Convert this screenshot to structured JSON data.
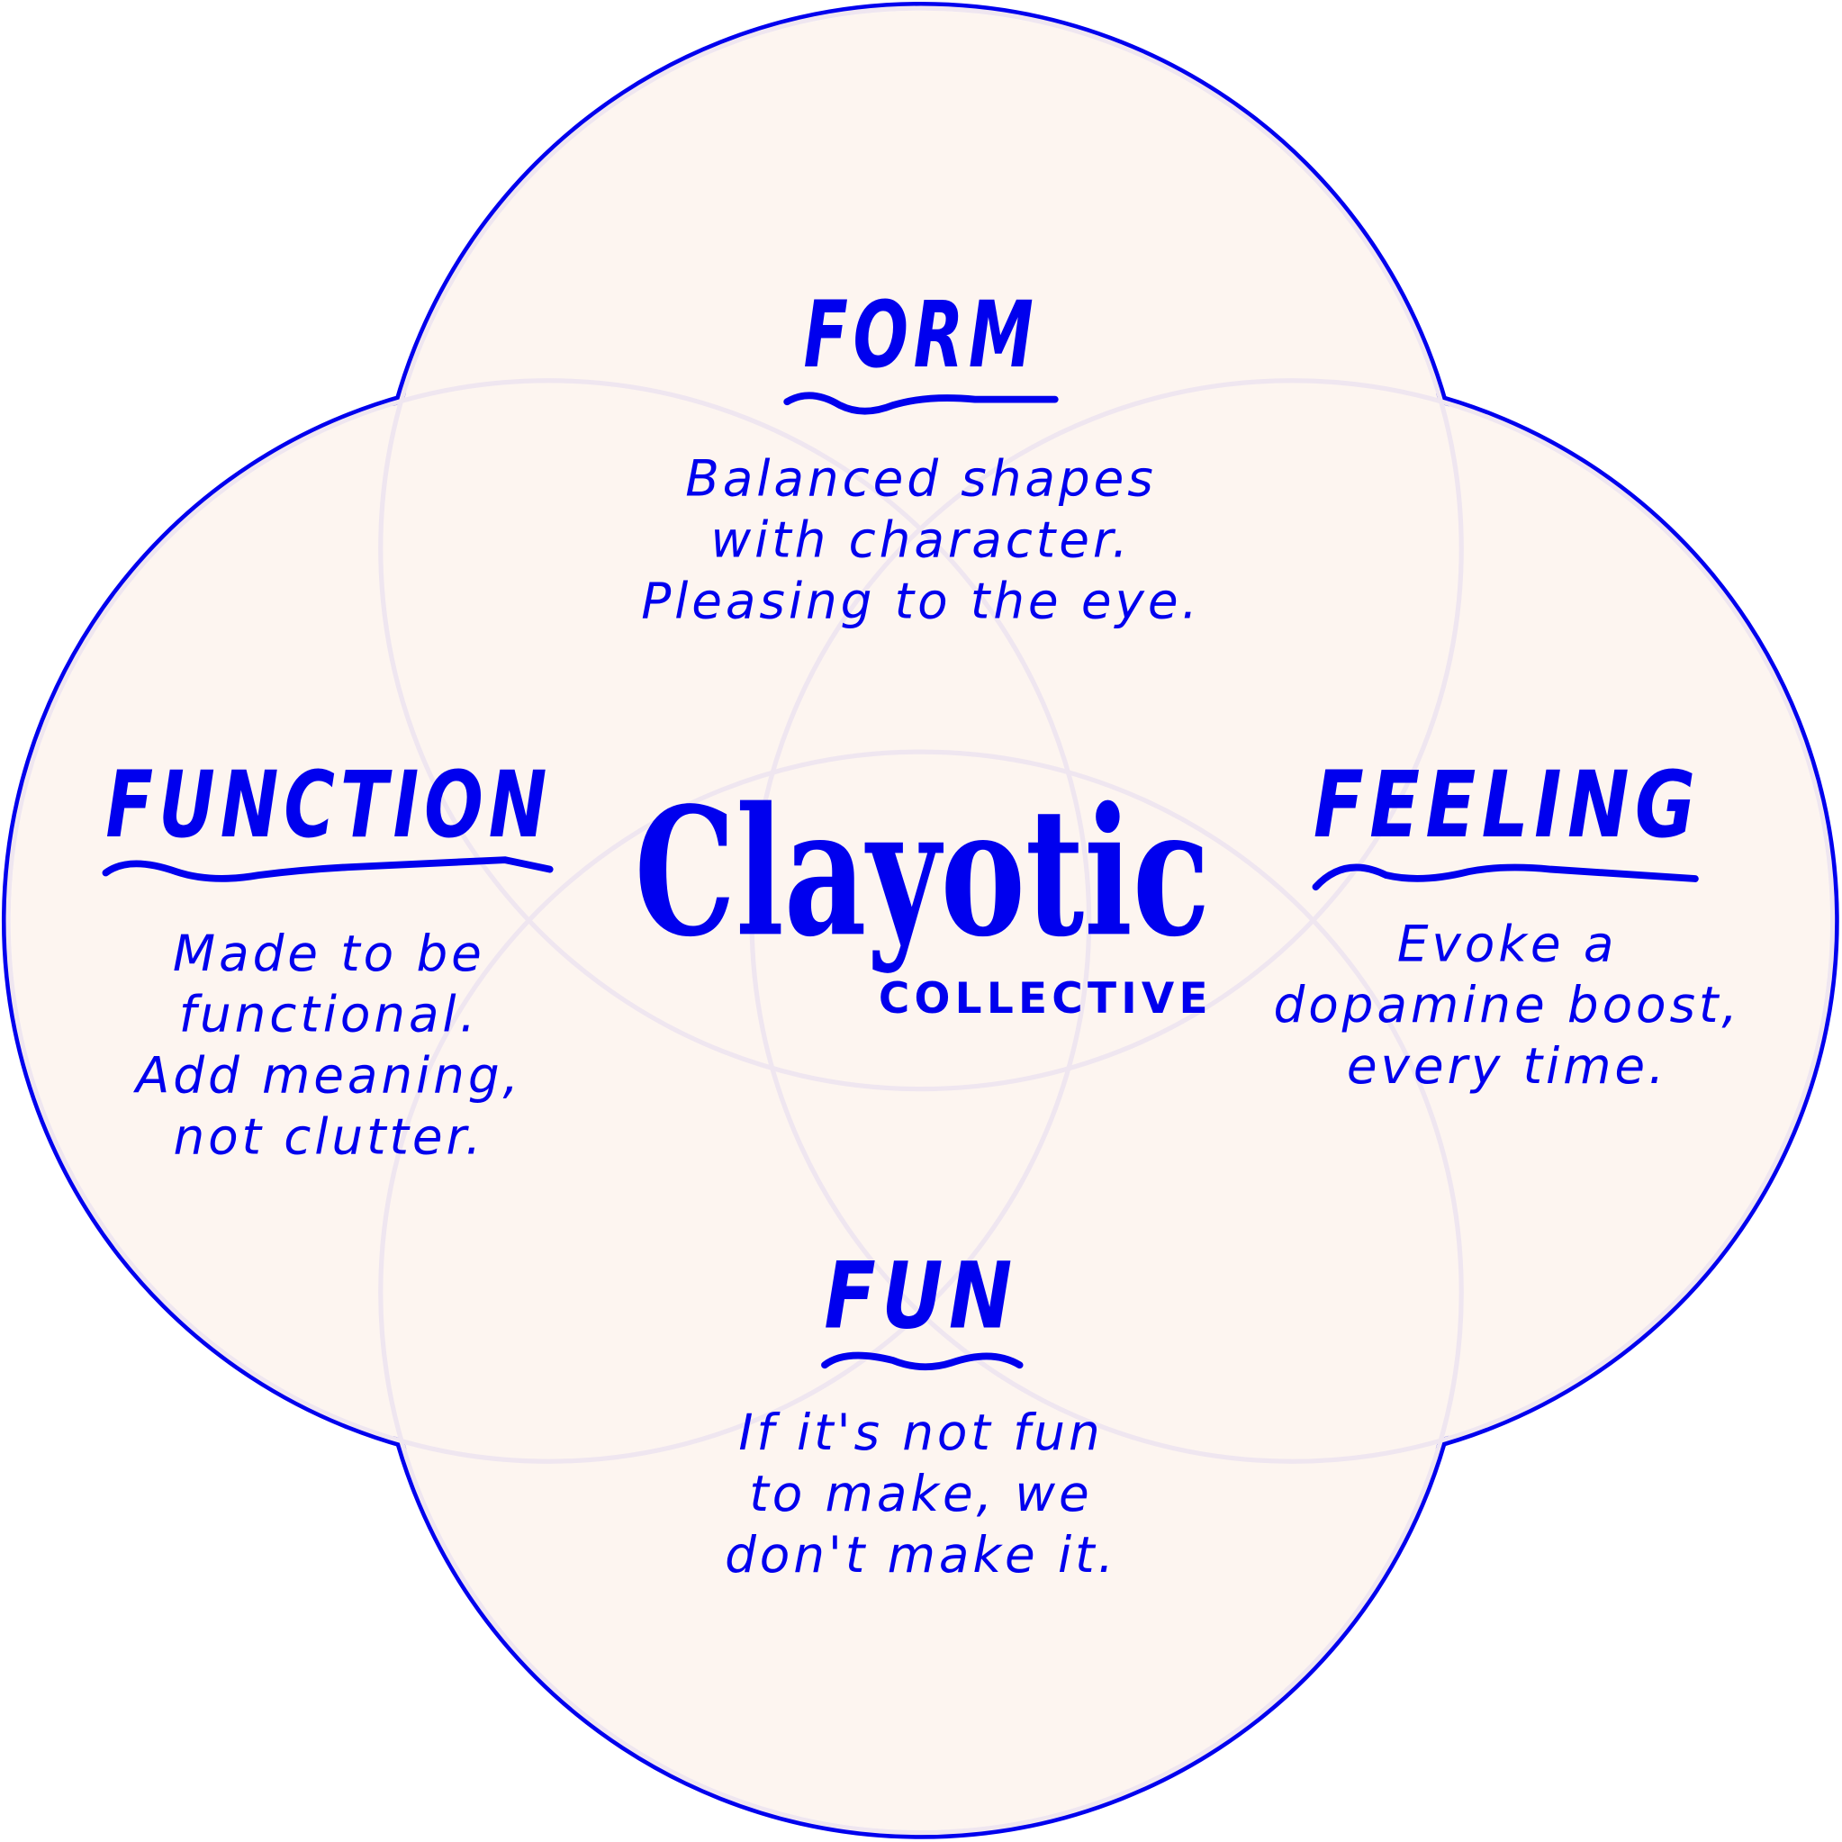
{
  "colors": {
    "accent": "#0000ee",
    "fill": "#fdf5f0",
    "inner_lines": "#efe6f0"
  },
  "logo": {
    "name": "Clayotic",
    "subtitle": "COLLECTIVE"
  },
  "sections": {
    "form": {
      "title": "FORM",
      "lines": [
        "Balanced shapes",
        "with character.",
        "Pleasing to the eye."
      ]
    },
    "function": {
      "title": "FUNCTION",
      "lines": [
        "Made to be",
        "functional.",
        "Add meaning,",
        "not clutter."
      ]
    },
    "feeling": {
      "title": "FEELING",
      "lines": [
        "Evoke a",
        "dopamine boost,",
        "every time."
      ]
    },
    "fun": {
      "title": "FUN",
      "lines": [
        "If it's not fun",
        "to make, we",
        "don't make it."
      ]
    }
  }
}
